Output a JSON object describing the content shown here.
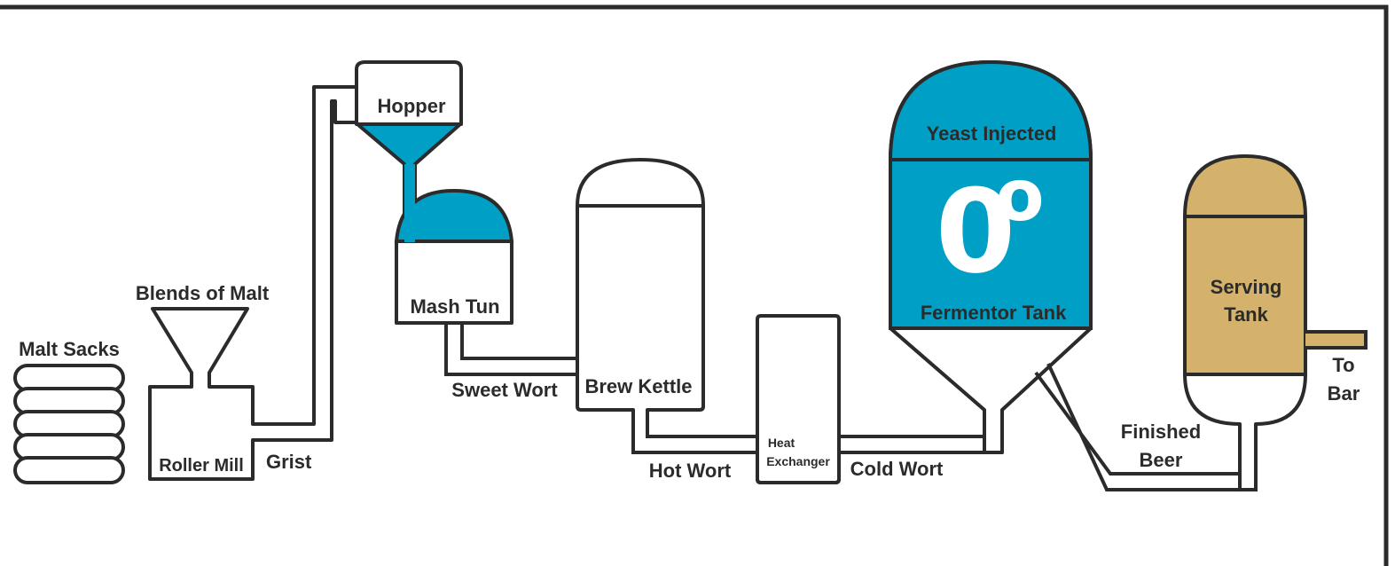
{
  "colors": {
    "outline": "#2b2b2b",
    "liquid_blue": "#00a0c6",
    "serving_gold": "#d5b26b",
    "background": "#ffffff"
  },
  "labels": {
    "malt_sacks": "Malt Sacks",
    "blends_of_malt": "Blends of Malt",
    "roller_mill": "Roller Mill",
    "grist": "Grist",
    "hopper": "Hopper",
    "mash_tun": "Mash Tun",
    "sweet_wort": "Sweet Wort",
    "brew_kettle": "Brew Kettle",
    "hot_wort": "Hot Wort",
    "heat_exchanger_line1": "Heat",
    "heat_exchanger_line2": "Exchanger",
    "cold_wort": "Cold Wort",
    "yeast_injected": "Yeast Injected",
    "fermentor_temp": "0",
    "fermentor_degree": "o",
    "fermentor_tank": "Fermentor Tank",
    "serving_tank_line1": "Serving",
    "serving_tank_line2": "Tank",
    "finished_beer_line1": "Finished",
    "finished_beer_line2": "Beer",
    "to_bar_line1": "To",
    "to_bar_line2": "Bar"
  }
}
